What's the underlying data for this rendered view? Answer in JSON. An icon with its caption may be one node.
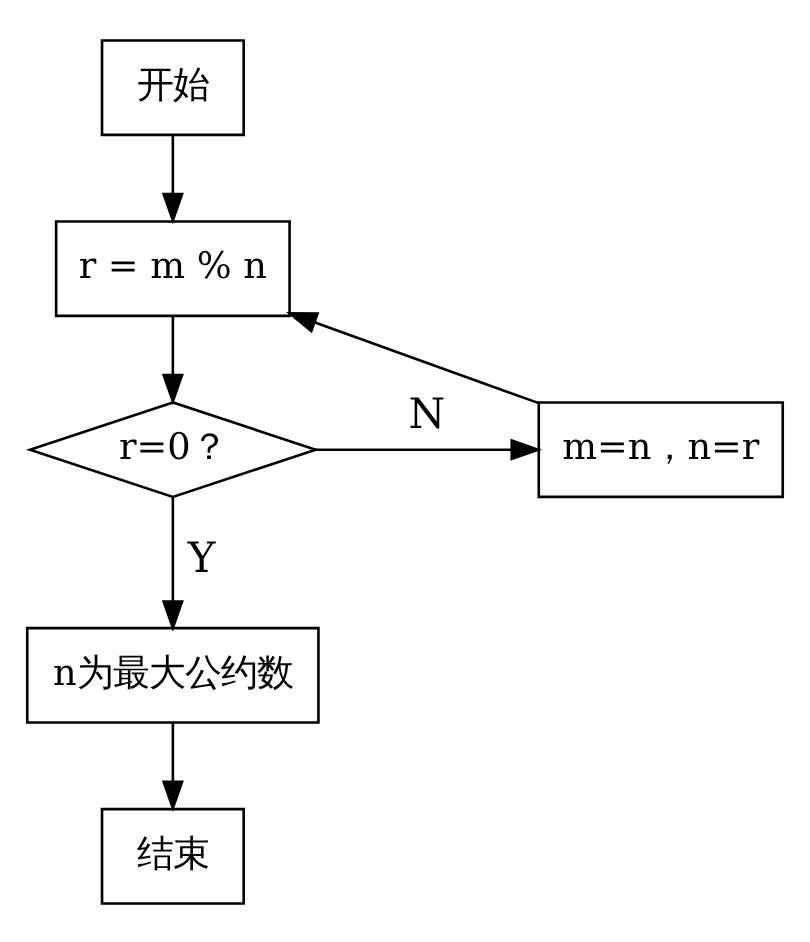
{
  "diagram": {
    "nodes": [
      {
        "text": [
          "开始"
        ]
      },
      {
        "text": [
          "r = m % n"
        ]
      },
      {
        "text": [
          "r=0？"
        ]
      },
      {
        "text": [
          "m=n，n=r"
        ]
      },
      {
        "text": [
          "n为最大公约数"
        ]
      },
      {
        "text": [
          "结束"
        ]
      }
    ],
    "edges": [
      {
        "from": 0,
        "to": 1,
        "arrow": "to"
      },
      {
        "from": 1,
        "to": 2,
        "arrow": "to"
      },
      {
        "from": 2,
        "to": 3,
        "arrow": "to",
        "label": "N"
      },
      {
        "from": 3,
        "to": 1,
        "arrow": "to"
      },
      {
        "from": 2,
        "to": 4,
        "arrow": "to",
        "label": "Y"
      },
      {
        "from": 4,
        "to": 5,
        "arrow": "to"
      }
    ]
  }
}
